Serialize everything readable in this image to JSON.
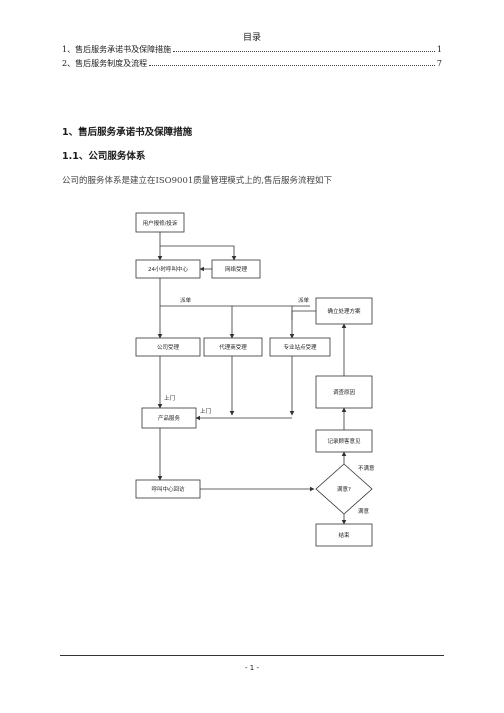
{
  "toc": {
    "title": "目录",
    "entries": [
      {
        "text": "1、售后服务承诺书及保障措施",
        "page": "1"
      },
      {
        "text": "2、售后服务制度及流程",
        "page": "7"
      }
    ]
  },
  "headings": {
    "h1": "1、售后服务承诺书及保障措施",
    "h2": "1.1、公司服务体系"
  },
  "paragraph": "公司的服务体系是建立在ISO9001质量管理模式上的,售后服务流程如下",
  "flowchart": {
    "nodes": {
      "user_report": "用户报修/投诉",
      "call_center": "24小时呼叫中心",
      "web_accept": "网络受理",
      "company": "公司受理",
      "agent": "代理商受理",
      "station": "专业站点受理",
      "product_service": "产品服务",
      "callback": "呼叫中心回访",
      "satisfied": "满意?",
      "close": "结束",
      "record": "记录顾客意见",
      "investigate": "调查原因",
      "plan": "确立处理方案"
    },
    "edge_labels": {
      "dispatch_left": "派单",
      "dispatch_right": "派单",
      "visit_1": "上门",
      "visit_2": "上门",
      "unsatisfied": "不满意",
      "satisfied": "满意"
    }
  },
  "footer": {
    "page_number": "- 1 -"
  }
}
